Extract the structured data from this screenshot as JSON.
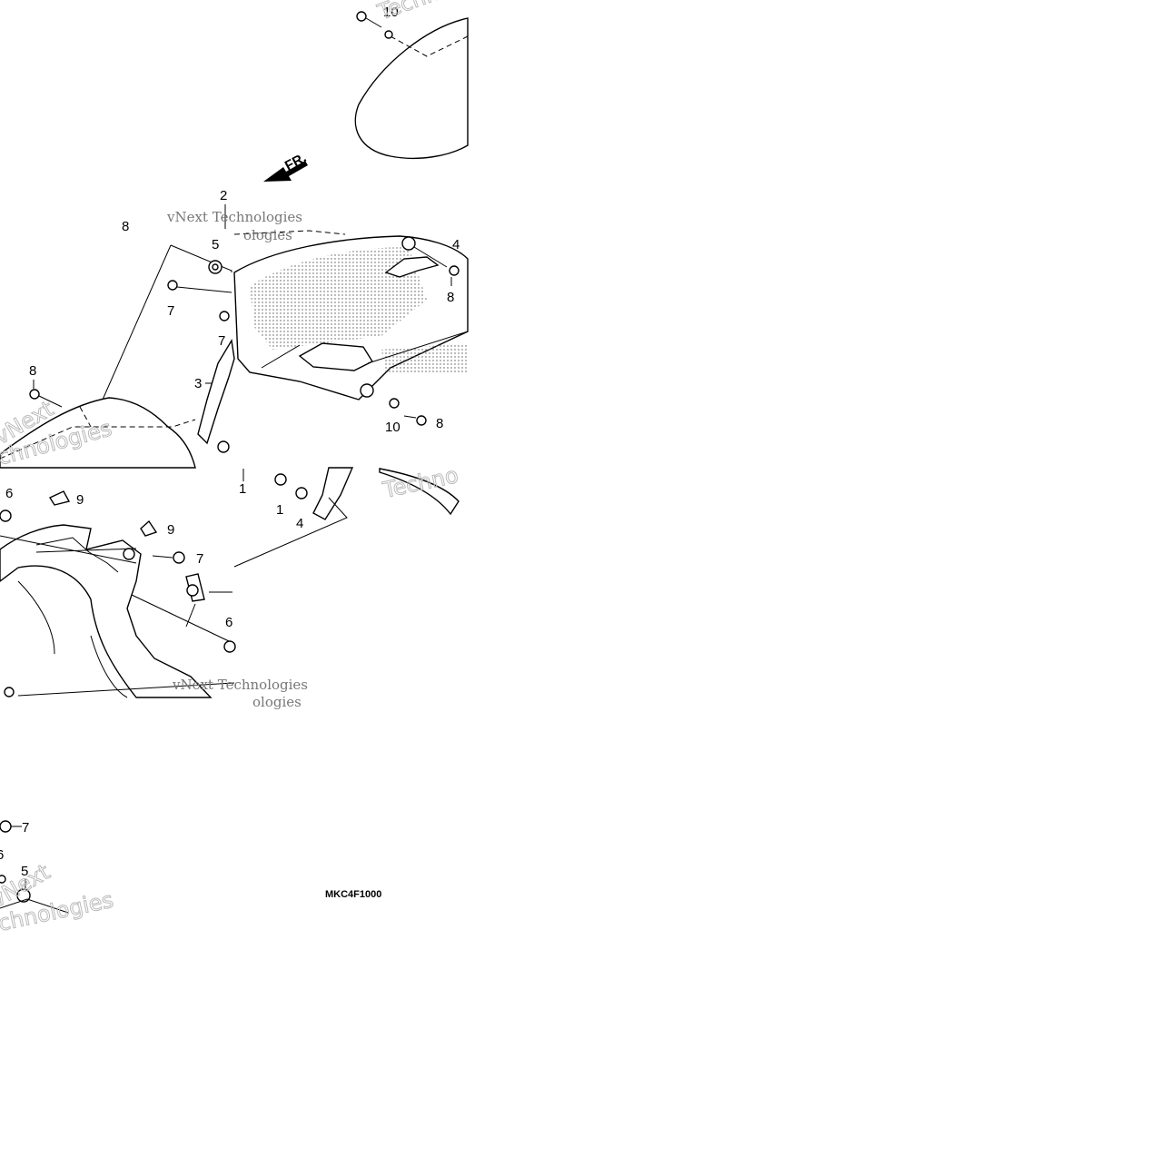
{
  "diagram": {
    "drawing_code": "MKC4F1000",
    "direction_label": "FR.",
    "watermark": {
      "line1": "vNext Technologies",
      "fragment_tech": "Techno",
      "fragment_ologies": "ologies",
      "fragment_chnologies": "chnologies",
      "fragment_next": "vNext"
    },
    "callouts": {
      "c1": "1",
      "c2": "2",
      "c3": "3",
      "c4": "4",
      "c5": "5",
      "c6": "6",
      "c7": "7",
      "c8": "8",
      "c9": "9",
      "c10": "10"
    }
  }
}
